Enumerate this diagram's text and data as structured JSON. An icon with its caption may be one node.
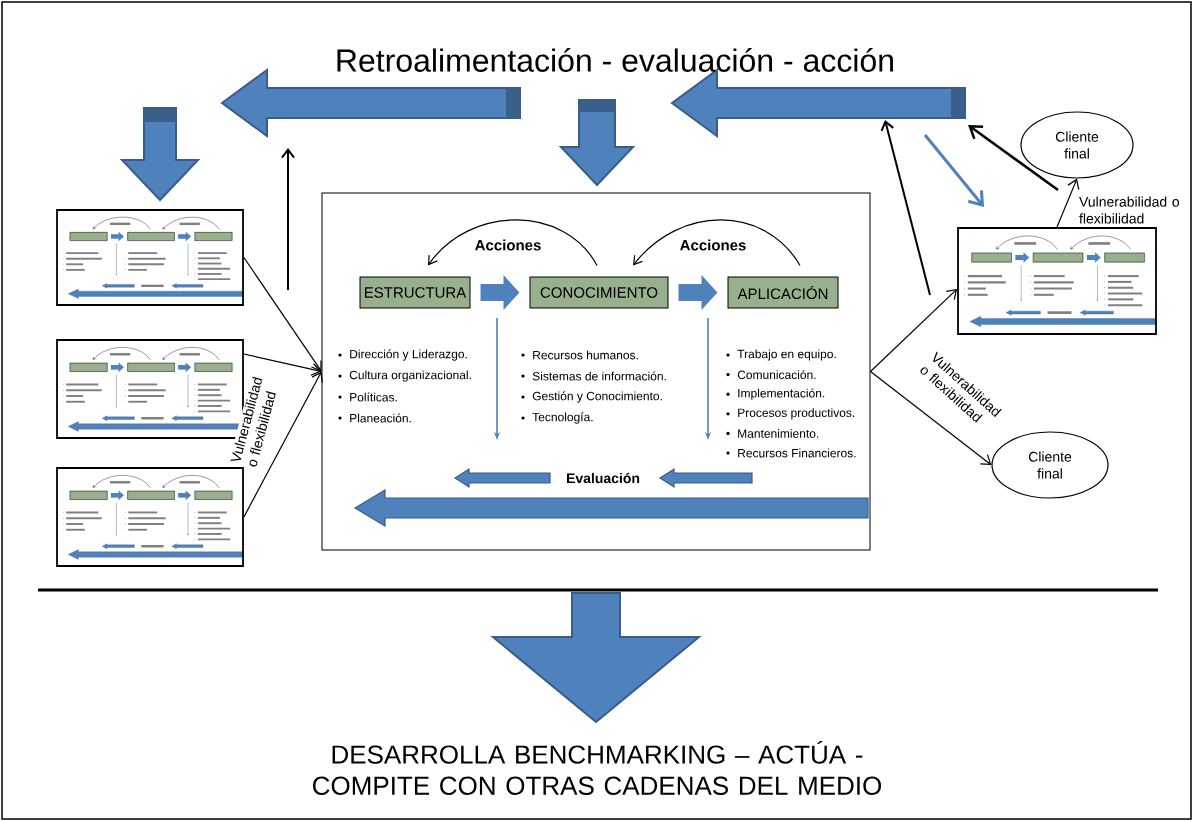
{
  "diagram": {
    "title": "Retroalimentación - evaluación - acción",
    "caption": "DESARROLLA BENCHMARKING – ACTÚA - COMPITE CON OTRAS CADENAS DEL MEDIO",
    "nodes": [
      {
        "text": [],
        "shape": "box"
      },
      {
        "text": [],
        "shape": "box",
        "in": 0
      },
      {
        "text": [],
        "shape": "box",
        "in": 0
      },
      {
        "text": [],
        "shape": "box",
        "in": 0
      },
      {
        "text": [],
        "shape": "box"
      },
      {
        "text": [],
        "shape": "box",
        "in": 4
      },
      {
        "text": [],
        "shape": "box",
        "in": 4
      },
      {
        "text": [],
        "shape": "box",
        "in": 4
      },
      {
        "text": [],
        "shape": "box"
      },
      {
        "text": [],
        "shape": "box",
        "in": 8
      },
      {
        "text": [],
        "shape": "box",
        "in": 8
      },
      {
        "text": [],
        "shape": "box",
        "in": 8
      },
      {
        "text": [],
        "shape": "box"
      },
      {
        "text": [
          "ESTRUCTURA"
        ],
        "in": 12
      },
      {
        "text": [
          "CONOCIMIENTO"
        ],
        "in": 12
      },
      {
        "text": [
          "APLICACIÓN"
        ],
        "in": 12
      },
      {
        "text": [],
        "shape": "box"
      },
      {
        "text": [],
        "shape": "box",
        "in": 16
      },
      {
        "text": [],
        "shape": "box",
        "in": 16
      },
      {
        "text": [],
        "shape": "box",
        "in": 16
      },
      {
        "text": [
          "Cliente final"
        ]
      },
      {
        "text": [
          "Cliente final"
        ]
      }
    ],
    "edges": [
      {
        "from": 1,
        "to": 2,
        "arrow": "to",
        "style": "thick",
        "color": "#4f81bd"
      },
      {
        "from": 2,
        "to": 3,
        "arrow": "to",
        "style": "thick",
        "color": "#4f81bd"
      },
      {
        "from": 2,
        "to": 1,
        "arrow": "to"
      },
      {
        "from": 3,
        "to": 2,
        "arrow": "to"
      },
      {
        "from": 5,
        "to": 6,
        "arrow": "to",
        "style": "thick",
        "color": "#4f81bd"
      },
      {
        "from": 6,
        "to": 7,
        "arrow": "to",
        "style": "thick",
        "color": "#4f81bd"
      },
      {
        "from": 6,
        "to": 5,
        "arrow": "to"
      },
      {
        "from": 7,
        "to": 6,
        "arrow": "to"
      },
      {
        "from": 9,
        "to": 10,
        "arrow": "to",
        "style": "thick",
        "color": "#4f81bd"
      },
      {
        "from": 10,
        "to": 11,
        "arrow": "to",
        "style": "thick",
        "color": "#4f81bd"
      },
      {
        "from": 10,
        "to": 9,
        "arrow": "to"
      },
      {
        "from": 11,
        "to": 10,
        "arrow": "to"
      },
      {
        "from": 13,
        "to": 14,
        "arrow": "to",
        "style": "thick",
        "color": "#4f81bd"
      },
      {
        "from": 14,
        "to": 15,
        "arrow": "to",
        "style": "thick",
        "color": "#4f81bd"
      },
      {
        "from": 14,
        "to": 13,
        "arrow": "to",
        "label": "Acciones"
      },
      {
        "from": 15,
        "to": 14,
        "arrow": "to",
        "label": "Acciones"
      },
      {
        "from": 17,
        "to": 18,
        "arrow": "to",
        "style": "thick",
        "color": "#4f81bd"
      },
      {
        "from": 18,
        "to": 19,
        "arrow": "to",
        "style": "thick",
        "color": "#4f81bd"
      },
      {
        "from": 18,
        "to": 17,
        "arrow": "to"
      },
      {
        "from": 19,
        "to": 18,
        "arrow": "to"
      },
      {
        "from": 0,
        "to": 12,
        "arrow": "to"
      },
      {
        "from": 4,
        "to": 12,
        "arrow": "to",
        "label": "Vulnerabilidad o flexibilidad"
      },
      {
        "from": 8,
        "to": 12,
        "arrow": "to"
      },
      {
        "from": 12,
        "to": 16,
        "arrow": "to"
      },
      {
        "from": 12,
        "to": 21,
        "arrow": "to",
        "label": "Vulnerabilidad o flexibilidad"
      },
      {
        "from": 16,
        "to": 20,
        "arrow": "to",
        "label": "Vulnerabilidad o flexibilidad"
      },
      {
        "from": null,
        "to": 16,
        "arrow": "to",
        "style": "thick",
        "color": "#4f81bd"
      }
    ],
    "labels": [
      "Dirección y Liderazgo.",
      "Cultura organizacional.",
      "Políticas.",
      "Planeación.",
      "Recursos humanos.",
      "Sistemas de información.",
      "Gestión y Conocimiento.",
      "Tecnología.",
      "Trabajo en equipo.",
      "Comunicación.",
      "Implementación.",
      "Procesos productivos.",
      "Mantenimiento.",
      "Recursos Financieros.",
      "Evaluación"
    ]
  }
}
